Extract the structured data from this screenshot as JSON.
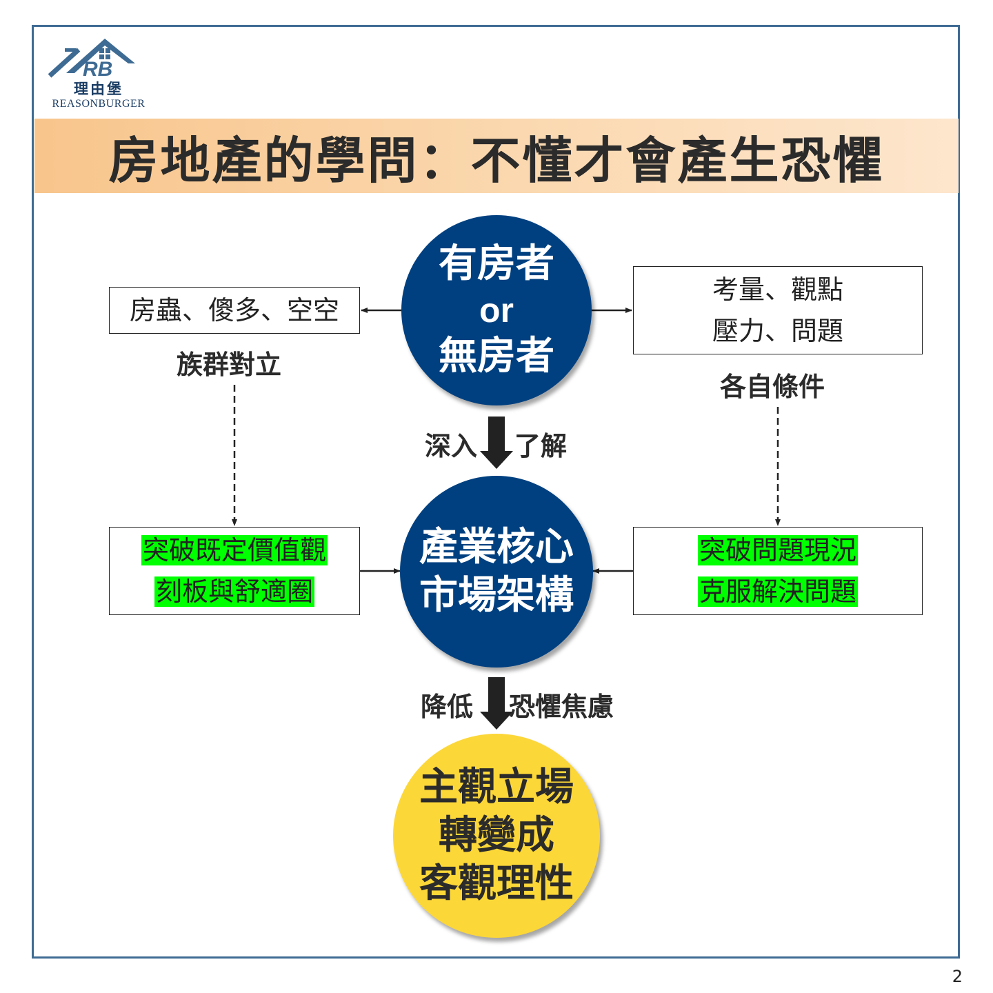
{
  "logo": {
    "initials": "RB",
    "name_cn": "理由堡",
    "name_en": "REASONBURGER"
  },
  "title": "房地產的學問：不懂才會產生恐懼",
  "top_circle": {
    "line1": "有房者",
    "line2": "or",
    "line3": "無房者"
  },
  "left_top_box": {
    "text": "房蟲、傻多、空空"
  },
  "left_top_label": "族群對立",
  "right_top_box": {
    "line1": "考量、觀點",
    "line2": "壓力、問題"
  },
  "right_top_label": "各自條件",
  "arrow1": {
    "left": "深入",
    "right": "了解"
  },
  "middle_circle": {
    "line1": "產業核心",
    "line2": "市場架構"
  },
  "left_mid_box": {
    "line1": "突破既定價值觀",
    "line2": "刻板與舒適圈"
  },
  "right_mid_box": {
    "line1": "突破問題現況",
    "line2": "克服解決問題"
  },
  "arrow2": {
    "left": "降低",
    "right": "恐懼焦慮"
  },
  "bottom_circle": {
    "line1": "主觀立場",
    "line2": "轉變成",
    "line3": "客觀理性"
  },
  "page_number": "2",
  "colors": {
    "frame": "#3e6b93",
    "navy": "#004080",
    "yellow": "#fcd738",
    "highlight": "#00ff00",
    "banner_from": "#f8c58c",
    "banner_to": "#fde6cd"
  }
}
